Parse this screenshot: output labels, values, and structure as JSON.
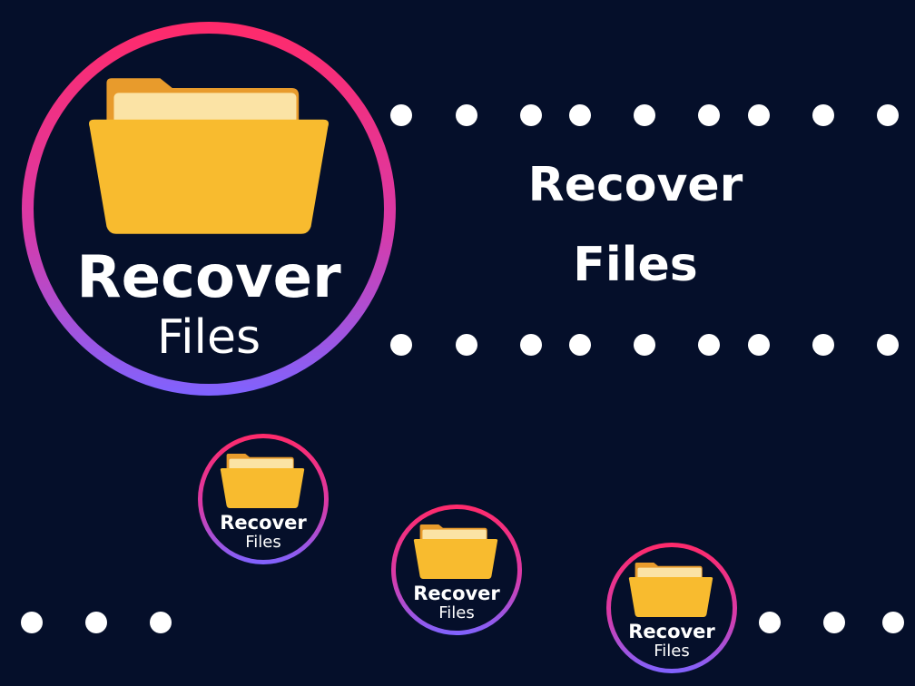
{
  "icon": {
    "line1": "Recover",
    "line2": "Files"
  },
  "heading": {
    "line1": "Recover",
    "line2": "Files"
  },
  "icons": {
    "folder": "folder-icon"
  },
  "colors": {
    "background": "#050f2a",
    "ring_top": "#ff2a6a",
    "ring_bottom": "#7f63ff",
    "folder_front": "#f8bb2f",
    "folder_back": "#e89b2c",
    "folder_paper": "#fbe3a5",
    "text": "#ffffff"
  }
}
